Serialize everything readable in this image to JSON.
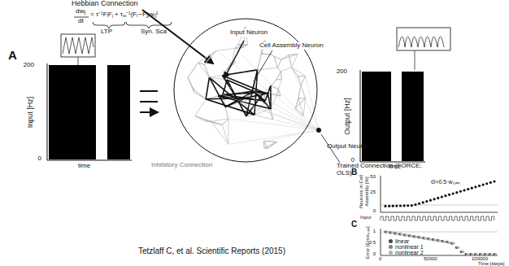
{
  "diagram": {
    "labels": [
      "Hebbian Connection",
      "dwᵢⱼ",
      "dt",
      "= τ⁻¹FᵢFⱼ + τₛₛ⁻¹(Fₜ−Fⱼ)wᵢⱼ²",
      "LTP",
      "Syn. Sca",
      "A",
      "Input Neuron",
      "Cell Assembly Neuron",
      "Inhibitory Connection",
      "Output Neuron",
      "Trained Connection (FORCE; OLS)",
      "Input [Hz]",
      "200",
      "0",
      "time",
      "Output [Hz]",
      "200",
      "0",
      "time",
      "B",
      "Neurons in Cell Assembly [%]",
      "50",
      "25",
      "0",
      "Θ>0.5·wₘₐₓ",
      "Input",
      "C",
      "Error [Errorₘₐₓ]",
      "1",
      "0.5",
      "0",
      "0",
      "50000",
      "100000",
      "Time [steps]",
      "Tetzlaff C, et al. Scientific Reports (2015)"
    ],
    "legend": [
      {
        "text": "linear",
        "color": "#444444"
      },
      {
        "text": "nonlinear 1",
        "color": "#808080"
      },
      {
        "text": "nonlinear 2",
        "color": "#b0b0b0"
      }
    ]
  }
}
